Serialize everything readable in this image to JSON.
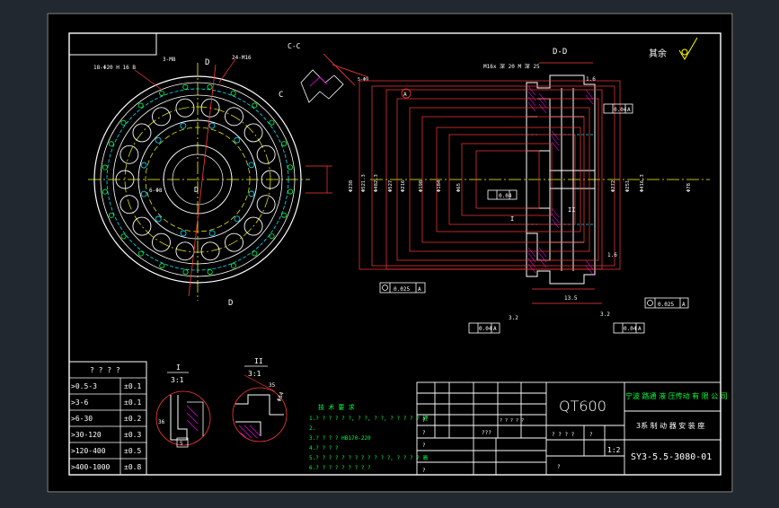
{
  "colors": {
    "outer_bg": "#212830",
    "sheet_bg": "#000000",
    "frame": "#ffffff",
    "dimension": "#ff3b3b",
    "geometry": "#ffffff",
    "hidden_line": "#00e5ff",
    "center_line": "#ffff00",
    "note_text": "#00ff3c",
    "highlight": "#ff00ff"
  },
  "header": {
    "surface_mark": "其余",
    "section_cc": "C-C",
    "section_dd": "D-D"
  },
  "main_view": {
    "hole_note_left": "18-Φ20 H 16 B",
    "hole_note_mid": "3-M8",
    "hole_note_right": "24-M16",
    "hole_note_small": "6-Φ8",
    "label_d_top": "D",
    "label_d_bottom": "D",
    "label_c": "C",
    "label_a": "A"
  },
  "section_view": {
    "surface_note": "M16x 深 20 M 深 25",
    "dim_diameters_left": [
      "Φ238",
      "Φ521.3",
      "Φ482.3",
      "Φ527",
      "Φ216",
      "Φ198",
      "Φ184",
      "Φ65"
    ],
    "dim_diameters_right": [
      "Φ272",
      "Φ251",
      "Φ416.3",
      "Φ78"
    ],
    "tol_flat": "0.04",
    "tol_flat_ref": "A",
    "tol_runout_1": "0.025",
    "tol_runout_2": "0.025",
    "tol_perp_1": "0.04",
    "tol_perp_2": "0.04",
    "tol_ref": "A",
    "detail_i": "I",
    "detail_ii": "II",
    "dim_bottom_1": "13.5",
    "dim_bottom_2": "3.2",
    "dim_bottom_3": "1.6",
    "roughness_1": "3.2",
    "roughness_2": "1.6"
  },
  "tolerance_table": {
    "title": "? ? ? ?",
    "rows": [
      {
        "range": ">0.5-3",
        "tol": "±0.1"
      },
      {
        "range": ">3-6",
        "tol": "±0.1"
      },
      {
        "range": ">6-30",
        "tol": "±0.2"
      },
      {
        "range": ">30-120",
        "tol": "±0.3"
      },
      {
        "range": ">120-400",
        "tol": "±0.5"
      },
      {
        "range": ">400-1000",
        "tol": "±0.8"
      }
    ]
  },
  "details": {
    "detail_i_label": "I",
    "detail_i_scale": "3:1",
    "detail_ii_label": "II",
    "detail_ii_scale": "3:1",
    "dim_36": "36",
    "dim_5": "5",
    "dim_35": "35",
    "dim_phi": "Φ64"
  },
  "notes": {
    "heading": "技 术 要 求",
    "lines": [
      "1.? ? ? ? ? ?, ? ?, ? ?, ? ? ? ? ? 理",
      "2.",
      "3.? ? ? ? HB170-220",
      "4.? ? ? ?",
      "5.? ? ? ? ? ? ? ? ? ? ? ?, ? ? ? ? 高",
      "6.? ? ? ? ? ? ? ? ?"
    ]
  },
  "title_block": {
    "material": "QT600",
    "company": "宁波 路通 液 压传动 有 限 公 司",
    "part_name": "3系 制 动 器 安 装 座",
    "drawing_no": "SY3-5.5-3080-01",
    "scale": "1:2",
    "cell_qm": "?",
    "cell_qqq": "? ? ? ? ?",
    "cell_q4": "? ? ? ?",
    "cell_q3": "???"
  }
}
